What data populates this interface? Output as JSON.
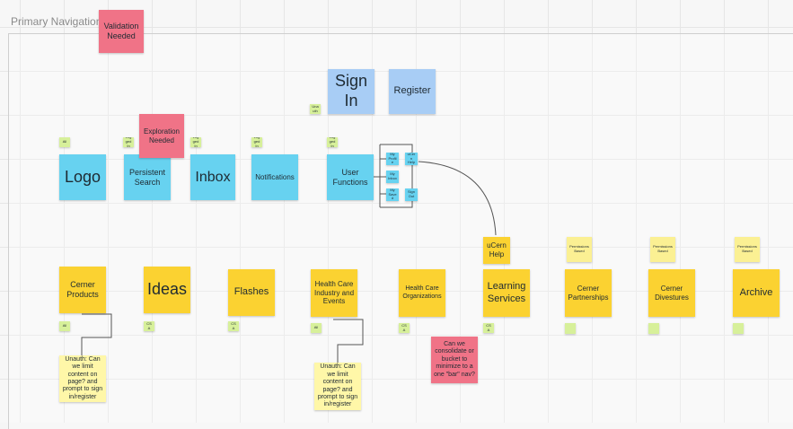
{
  "frame": {
    "title": "Primary Navigation"
  },
  "notes": {
    "validation_needed": "Validation Needed",
    "exploration_needed": "Exploration Needed",
    "sign_in": "Sign In",
    "register": "Register",
    "logo": "Logo",
    "persistent_search": "Persistent Search",
    "inbox": "Inbox",
    "notifications": "Notifications",
    "user_functions": "User Functions",
    "ucern_help": "uCern Help",
    "cerner_products": "Cerner Products",
    "ideas": "Ideas",
    "flashes": "Flashes",
    "health_care_industry": "Health Care Industry and Events",
    "health_care_orgs": "Health Care Organizations",
    "learning_services": "Learning Services",
    "cerner_partnerships": "Cerner Partnerships",
    "cerner_divestures": "Cerner Divestures",
    "archive": "Archive",
    "consolidate_question": "Can we consolidate or bucket to minimize to a one \"bar\" nav?",
    "unauth_products": "Unauth: Can we limit content on page? and prompt to sign in/register",
    "unauth_industry": "Unauth: Can we limit content on page? and prompt to sign in/register"
  },
  "tags": {
    "unauth": "Unauth",
    "logo_all": "All",
    "search_logged": "Logged In",
    "inbox_logged": "Logged In",
    "notif_logged": "Logged In",
    "userfn_logged": "Logged In",
    "products_all": "All",
    "ideas_csa": "CSA",
    "flashes_csa": "CSA",
    "industry_all": "All",
    "orgs_csa": "CSA",
    "learning_csa": "CSA"
  },
  "sub": {
    "my_profile": "My Profile",
    "ucern_help": "uCern Help",
    "my_inbox": "My Inbox",
    "my_saved": "My Saved",
    "sign_out": "Sign Out"
  },
  "perm": {
    "partnerships": "Permissions Based",
    "divestures": "Permissions Based",
    "archive": "Permissions Based"
  }
}
